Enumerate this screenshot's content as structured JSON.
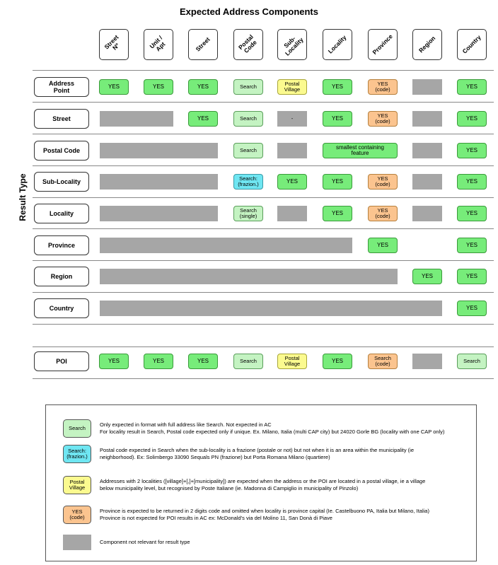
{
  "title": "Expected Address Components",
  "y_axis_label": "Result Type",
  "columns": [
    "Street\nNº",
    "Unit /\nApt",
    "Street",
    "Postal\nCode",
    "Sub-\nLocality",
    "Locality",
    "Province",
    "Region",
    "Country"
  ],
  "rows": [
    {
      "label": "Address\nPoint",
      "cells": [
        {
          "t": "YES",
          "k": "yes"
        },
        {
          "t": "YES",
          "k": "yes"
        },
        {
          "t": "YES",
          "k": "yes"
        },
        {
          "t": "Search",
          "k": "search"
        },
        {
          "t": "Postal\nVillage",
          "k": "postal"
        },
        {
          "t": "YES",
          "k": "yes"
        },
        {
          "t": "YES\n(code)",
          "k": "code"
        },
        {
          "t": "",
          "k": "na"
        },
        {
          "t": "YES",
          "k": "yes"
        }
      ]
    },
    {
      "label": "Street",
      "cells": [
        {
          "t": "",
          "k": "na",
          "span": 2
        },
        {
          "t": "YES",
          "k": "yes"
        },
        {
          "t": "Search",
          "k": "search"
        },
        {
          "t": "-",
          "k": "na"
        },
        {
          "t": "YES",
          "k": "yes"
        },
        {
          "t": "YES\n(code)",
          "k": "code"
        },
        {
          "t": "",
          "k": "na"
        },
        {
          "t": "YES",
          "k": "yes"
        }
      ]
    },
    {
      "label": "Postal Code",
      "cells": [
        {
          "t": "",
          "k": "na",
          "span": 3
        },
        {
          "t": "Search",
          "k": "search"
        },
        {
          "t": "",
          "k": "na"
        },
        {
          "t": "smallest containing\nfeature",
          "k": "yes",
          "span": 2
        },
        {
          "t": "",
          "k": "na"
        },
        {
          "t": "YES",
          "k": "yes"
        }
      ]
    },
    {
      "label": "Sub-Locality",
      "cells": [
        {
          "t": "",
          "k": "na",
          "span": 3
        },
        {
          "t": "Search:\n(frazion.)",
          "k": "frazioni"
        },
        {
          "t": "YES",
          "k": "yes"
        },
        {
          "t": "YES",
          "k": "yes"
        },
        {
          "t": "YES\n(code)",
          "k": "code"
        },
        {
          "t": "",
          "k": "na"
        },
        {
          "t": "YES",
          "k": "yes"
        }
      ]
    },
    {
      "label": "Locality",
      "cells": [
        {
          "t": "",
          "k": "na",
          "span": 3
        },
        {
          "t": "Search\n(single)",
          "k": "search"
        },
        {
          "t": "",
          "k": "na"
        },
        {
          "t": "YES",
          "k": "yes"
        },
        {
          "t": "YES\n(code)",
          "k": "code"
        },
        {
          "t": "",
          "k": "na"
        },
        {
          "t": "YES",
          "k": "yes"
        }
      ]
    },
    {
      "label": "Province",
      "cells": [
        {
          "t": "",
          "k": "na",
          "span": 6
        },
        {
          "t": "YES",
          "k": "yes"
        },
        {
          "t": "",
          "k": "blank"
        },
        {
          "t": "YES",
          "k": "yes"
        }
      ]
    },
    {
      "label": "Region",
      "cells": [
        {
          "t": "",
          "k": "na",
          "span": 7
        },
        {
          "t": "YES",
          "k": "yes"
        },
        {
          "t": "YES",
          "k": "yes"
        }
      ]
    },
    {
      "label": "Country",
      "cells": [
        {
          "t": "",
          "k": "na",
          "span": 8
        },
        {
          "t": "YES",
          "k": "yes"
        }
      ]
    },
    {
      "label": "POI",
      "cells": [
        {
          "t": "YES",
          "k": "yes"
        },
        {
          "t": "YES",
          "k": "yes"
        },
        {
          "t": "YES",
          "k": "yes"
        },
        {
          "t": "Search",
          "k": "search"
        },
        {
          "t": "Postal\nVillage",
          "k": "postal"
        },
        {
          "t": "YES",
          "k": "yes"
        },
        {
          "t": "Search\n(code)",
          "k": "code"
        },
        {
          "t": "",
          "k": "na"
        },
        {
          "t": "Search",
          "k": "search"
        }
      ]
    }
  ],
  "legend": [
    {
      "swatch": "Search",
      "kind": "search",
      "text": "Only expected in format with full address like Search. Not expected in AC\nFor locality result in Search, Postal code expected only if unique. Ex. Milano, Italia (multi CAP city) but 24020 Gorle BG (locality with one CAP only)"
    },
    {
      "swatch": "Search:\n(frazion.)",
      "kind": "frazioni",
      "text": "Postal code expected in Search when the sub-locality is a frazione (postale or not) but not when it is an area within the municipality (ie\nneighborhood). Ex: Solimbergo 33090 Sequals PN (frazione) but Porta Romana Milano (quartiere)"
    },
    {
      "swatch": "Postal\nVillage",
      "kind": "postal",
      "text": "Addresses with 2 localities ([village]+[,]+[municipality]) are expected when the address or the POI are located in a postal village, ie a village\nbelow municipality level, but recognised by Poste Italiane (ie. Madonna di Campiglio in municipality of Pinzolo)"
    },
    {
      "swatch": "YES\n(code)",
      "kind": "code",
      "text": "Province is expected to be returned in 2 digits code and omitted when locality is province capital (Ie. Castelbuono PA, Italia but  Milano, Italia)\nProvince is not expected for POI results in AC ex: McDonald's via del Molino 11, San Donà di Piave"
    },
    {
      "swatch": "",
      "kind": "na",
      "text": "Component not relevant for result type"
    }
  ],
  "colors": {
    "yes": "#77ec7a",
    "search": "#c4f3c2",
    "frazioni": "#6fe6f2",
    "postal": "#fbfa8f",
    "code": "#fbc48f",
    "na": "#a6a6a6"
  }
}
